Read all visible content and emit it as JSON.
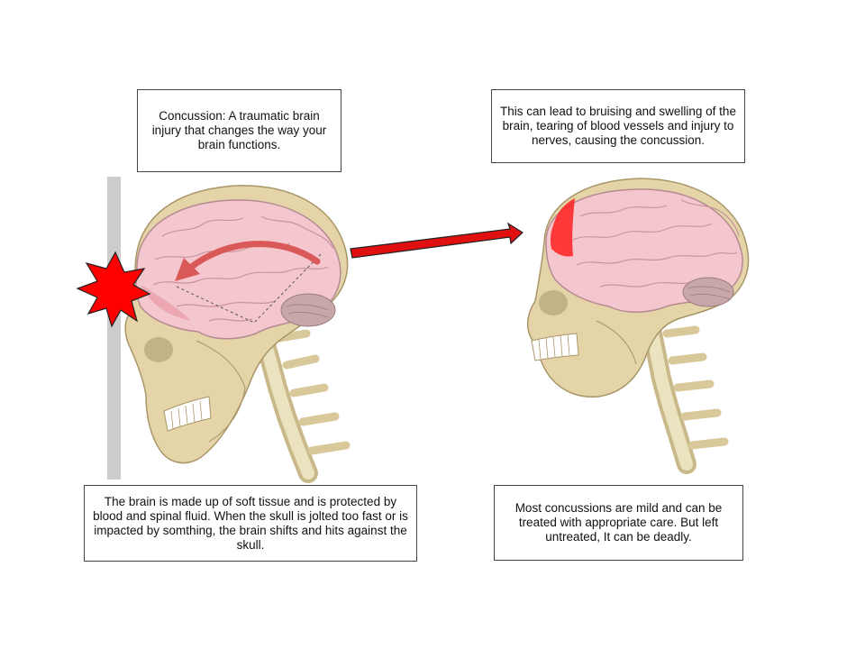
{
  "captions": {
    "definition": "Concussion: A traumatic brain injury that changes the way your brain functions.",
    "bruising": "This can lead to bruising and swelling of the brain, tearing of blood vessels and injury to nerves, causing the concussion.",
    "soft_tissue": "The brain is made up of soft tissue and is protected by blood and spinal fluid. When the skull  is jolted too fast or is impacted by somthing, the brain shifts and hits against the skull.",
    "mild": "Most concussions are mild and can be treated with appropriate care. But left untreated, It can be deadly."
  },
  "colors": {
    "brain": "#f4c6cd",
    "bone": "#e4d4a8",
    "impact": "#ff0000",
    "arrow": "#e01010",
    "wall": "#cccccc"
  }
}
